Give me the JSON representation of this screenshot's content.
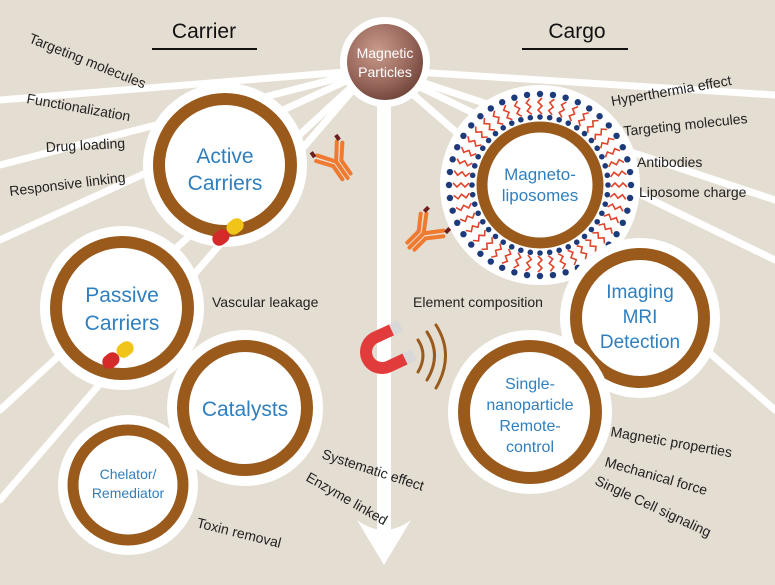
{
  "colors": {
    "background": "#e4ddd2",
    "ring": "#9a5a1c",
    "circle_fill": "#ffffff",
    "title_text": "#2f7fbf",
    "center_sphere": "#9b6a5e",
    "arrow": "#ffffff",
    "lipid_head": "#1d3a7a",
    "lipid_tail": "#e0442a",
    "antibody": "#f07a2f",
    "magnet_red": "#e23b3b",
    "magnet_tip": "#d8d8d8"
  },
  "headers": {
    "carrier": "Carrier",
    "cargo": "Cargo"
  },
  "center": {
    "line1": "Magnetic",
    "line2": "Particles"
  },
  "circles": {
    "active": [
      "Active",
      "Carriers"
    ],
    "passive": [
      "Passive",
      "Carriers"
    ],
    "catalysts": [
      "Catalysts"
    ],
    "chelator": [
      "Chelator/",
      "Remediator"
    ],
    "magneto": [
      "Magneto-",
      "liposomes"
    ],
    "imaging": [
      "Imaging",
      "MRI",
      "Detection"
    ],
    "single": [
      "Single-",
      "nanoparticle",
      "Remote-",
      "control"
    ]
  },
  "labels": {
    "targeting_left": "Targeting molecules",
    "functionalization": "Functionalization",
    "drug_loading": "Drug loading",
    "responsive_linking": "Responsive linking",
    "vascular_leakage": "Vascular leakage",
    "systematic_effect": "Systematic effect",
    "enzyme_linked": "Enzyme linked",
    "toxin_removal": "Toxin removal",
    "hyperthermia": "Hyperthermia effect",
    "targeting_right": "Targeting molecules",
    "antibodies": "Antibodies",
    "liposome_charge": "Liposome charge",
    "element_composition": "Element composition",
    "magnetic_properties": "Magnetic properties",
    "mechanical_force": "Mechanical force",
    "single_cell_signaling": "Single Cell signaling"
  },
  "icons": [
    "pill-capsule-icon",
    "antibody-icon",
    "horseshoe-magnet-icon",
    "liposome-bilayer-icon",
    "magnetic-sphere-icon"
  ]
}
